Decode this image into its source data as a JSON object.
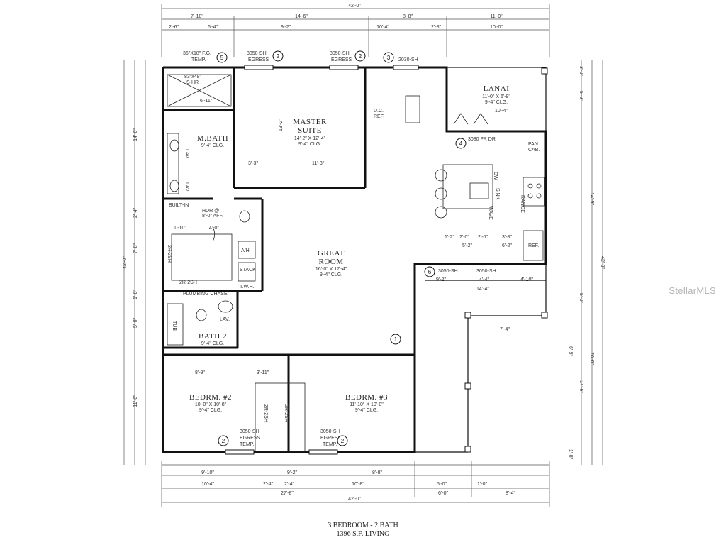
{
  "title_block": {
    "line1": "3 BEDROOM - 2 BATH",
    "line2": "1396 S.F. LIVING"
  },
  "watermark": "StellarMLS",
  "rooms": {
    "master_suite": {
      "name1": "MASTER",
      "name2": "SUITE",
      "size": "14'-2\" X 12'-4\"",
      "ceiling": "9'-4\" CLG."
    },
    "master_bath": {
      "name": "M.BATH",
      "ceiling": "9'-4\" CLG."
    },
    "lanai": {
      "name": "LANAI",
      "size": "11'-0\" X 6'-9\"",
      "ceiling": "9'-4\" CLG."
    },
    "great_room": {
      "name1": "GREAT",
      "name2": "ROOM",
      "size": "16'-0\" X 17'-4\"",
      "ceiling": "9'-4\" CLG."
    },
    "bath2": {
      "name": "BATH 2",
      "ceiling": "9'-4\" CLG."
    },
    "bedroom2": {
      "name": "BEDRM. #2",
      "size": "10'-0\" X 10'-8\"",
      "ceiling": "9'-4\" CLG."
    },
    "bedroom3": {
      "name": "BEDRM. #3",
      "size": "11'-10\" X 10'-8\"",
      "ceiling": "9'-4\" CLG."
    }
  },
  "fixtures": {
    "shower": "S-HR",
    "shower_size": "83\"x48\"",
    "lav": "LAV.",
    "tub": "TUB",
    "builtin": "BUILT-IN",
    "hdr": "HDR @",
    "hdr2": "8'-0\" AFF.",
    "plumbing": "PLUMBING CHASE",
    "uc_ref": "U.C.",
    "uc_ref2": "REF.",
    "pan": "PAN.",
    "cab": "CAB.",
    "range": "RANGE",
    "sink": "SINK",
    "dw": "DW",
    "wave": "WAVE",
    "ref": "REF.",
    "ah": "A/H",
    "stack": "STACK",
    "wh": "T.W.H.",
    "shelf1": "2R-2SH",
    "shelf2": "2R-2SH",
    "shelf3": "2R-2SH",
    "shelf4": "2R-2SH"
  },
  "windows": {
    "w1": "36\"X18\" F.G.",
    "w1b": "TEMP.",
    "w2": "3050-SH",
    "w2b": "EGRESS",
    "w3": "3050-SH",
    "w3b": "EGRESS",
    "w4": "2030-SH",
    "door_fr": "3080 FR DR",
    "w5": "3050-SH",
    "w6": "3050-SH",
    "w7": "3050-SH",
    "w7b": "EGRESS",
    "w7c": "TEMP.",
    "w8": "3050-SH",
    "w8b": "EGRESS",
    "w8c": "TEMP."
  },
  "markers": [
    "5",
    "2",
    "2",
    "3",
    "4",
    "6",
    "1",
    "2",
    "2"
  ],
  "dims": {
    "top_total": "42'-0\"",
    "top1": "7'-10\"",
    "top2": "14'-6\"",
    "top3": "8'-8\"",
    "top4": "11'-0\"",
    "top5": "2'-6\"",
    "top6": "6'-4\"",
    "top7": "9'-2\"",
    "top8": "10'-4\"",
    "top9": "2'-8\"",
    "top10": "10'-0\"",
    "bot_total": "42'-0\"",
    "bot1": "9'-10\"",
    "bot2": "10'-4\"",
    "bot3": "2'-4\"",
    "bot4": "2'-4\"",
    "bot5": "9'-2\"",
    "bot6": "8'-8\"",
    "bot7": "10'-8\"",
    "bot8": "27'-8\"",
    "bot9": "5'-0\"",
    "bot10": "6'-0\"",
    "bot11": "8'-4\"",
    "bot12": "1'-0\"",
    "left_total": "42'-0\"",
    "left1": "14'-6\"",
    "left2": "2'-4\"",
    "left3": "7'-8\"",
    "left4": "1'-8\"",
    "left5": "5'-0\"",
    "left6": "11'-6\"",
    "right_total": "42'-0\"",
    "right1": "5'-9\"",
    "right2": "14'-9\"",
    "right3": "5'-0\"",
    "right4": "20'-6\"",
    "right5": "14'-6\"",
    "right6": "6'-9\"",
    "right7": "1'-0\"",
    "right8": "3'-0\"",
    "int1": "6'-11\"",
    "int2": "3'-3\"",
    "int3": "11'-3\"",
    "int4": "13'-2\"",
    "int5": "4'-0\"",
    "int6": "1'-10\"",
    "int7": "8'-9\"",
    "int8": "3'-11\"",
    "int9": "10'-4\"",
    "int10": "14'-4\"",
    "int11": "4'-10\"",
    "int12": "9'-2\"",
    "int13": "4'-4\"",
    "int14": "7'-4\"",
    "int15": "5'-2\"",
    "int16": "6'-2\"",
    "int17": "3'-8\"",
    "int18": "2'-0\"",
    "int19": "2'-0\"",
    "int20": "1'-2\""
  }
}
